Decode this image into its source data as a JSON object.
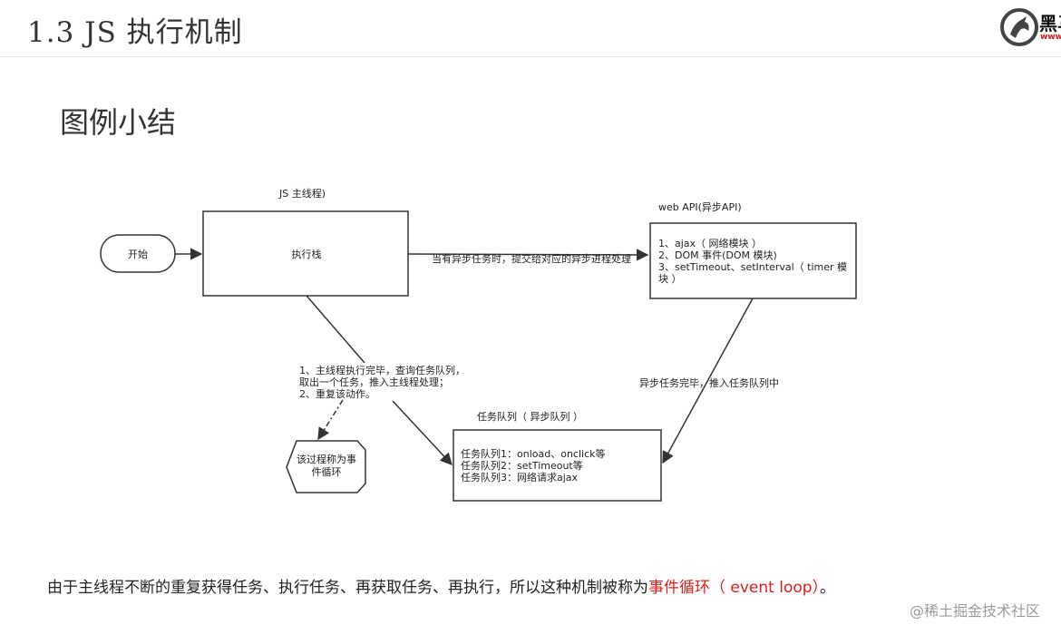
{
  "header": {
    "title": "1.3 JS 执行机制",
    "logo_text": "黑马",
    "logo_url": "www"
  },
  "section_title": "图例小结",
  "diagram": {
    "start_label": "开始",
    "main_thread_title": "JS 主线程)",
    "exec_stack_label": "执行栈",
    "webapi_title": "web API(异步API)",
    "webapi_items": [
      "1、ajax（ 网络模块 ）",
      "2、DOM 事件(DOM 模块)",
      "3、setTimeout、setInterval（ timer 模",
      "块 ）"
    ],
    "async_edge_label": "当有异步任务时，提交给对应的异步进程处理",
    "complete_edge_label": "异步任务完毕，推入任务队列中",
    "loop_note_lines": [
      "1、主线程执行完毕，查询任务队列，",
      "取出一个任务，推入主线程处理；",
      "2、重复该动作。"
    ],
    "event_loop_lines": [
      "该过程称为事",
      "件循环"
    ],
    "queue_title": "任务队列（ 异步队列 ）",
    "queue_items": [
      "任务队列1：onload、onclick等",
      "任务队列2：setTimeout等",
      "任务队列3：网络请求ajax"
    ]
  },
  "summary": {
    "text": "由于主线程不断的重复获得任务、执行任务、再获取任务、再执行，所以这种机制被称为",
    "highlight": "事件循环（ event loop）",
    "end": "。"
  },
  "watermark": "@稀土掘金技术社区",
  "colors": {
    "highlight": "#d81e1e",
    "line": "#333333"
  }
}
